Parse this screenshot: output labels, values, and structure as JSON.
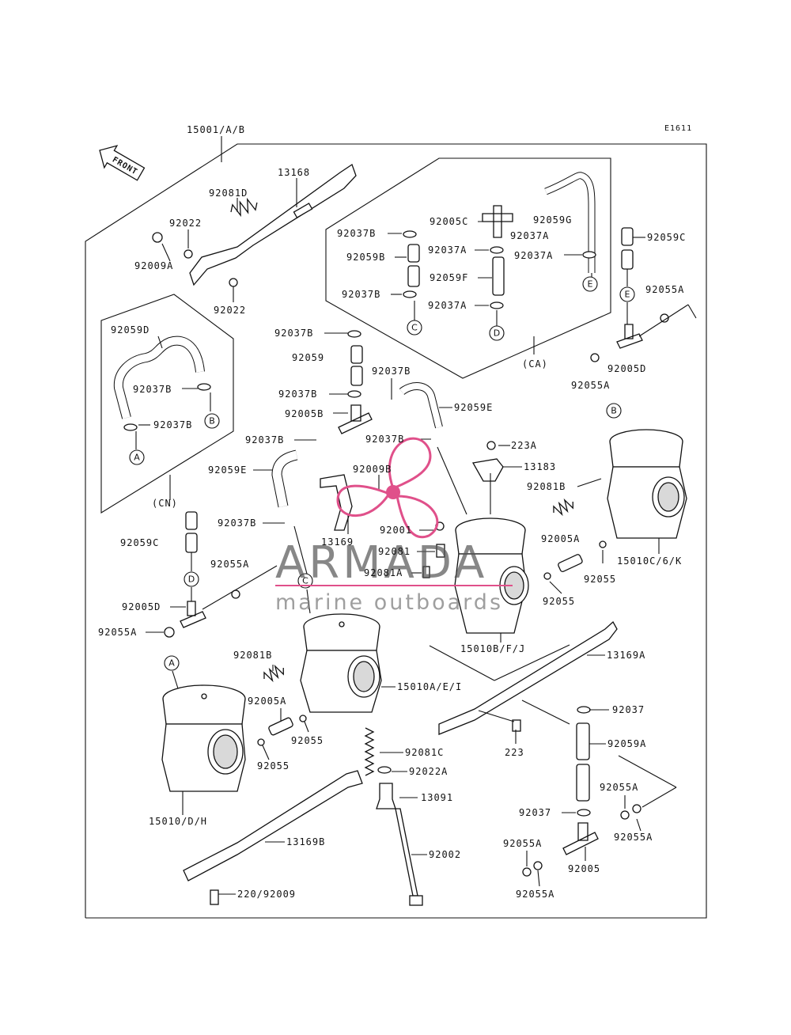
{
  "diagram_code": "E1611",
  "front_label": "FRONT",
  "group_labels": {
    "ca": "(CA)",
    "cn": "(CN)"
  },
  "callouts": [
    "A",
    "B",
    "C",
    "D",
    "E"
  ],
  "watermark": {
    "brand": "ARMADA",
    "tagline": "marine outboards",
    "color": "#e0508a"
  },
  "parts": [
    "15001/A/B",
    "13168",
    "92081D",
    "92022",
    "92022",
    "92009A",
    "92005C",
    "92059G",
    "92037A",
    "92037B",
    "92037A",
    "92059B",
    "92037A",
    "92059F",
    "92037B",
    "92037A",
    "92059C",
    "92055A",
    "92005D",
    "92055A",
    "92059D",
    "92037B",
    "92037B",
    "92037B",
    "92059",
    "92037B",
    "92037B",
    "92005B",
    "92059E",
    "92037B",
    "92037B",
    "223A",
    "13183",
    "92081B",
    "92059E",
    "92009B",
    "13169",
    "92037B",
    "92001",
    "92081",
    "92081A",
    "92005A",
    "15010C/6/K",
    "92055",
    "92059C",
    "92055A",
    "92055",
    "92005D",
    "92055A",
    "15010B/F/J",
    "13169A",
    "92081B",
    "15010A/E/I",
    "92005A",
    "92055",
    "92055",
    "92081C",
    "92022A",
    "92037",
    "223",
    "92059A",
    "13091",
    "92055A",
    "92037",
    "92055A",
    "92002",
    "92055A",
    "92005",
    "92055A",
    "15010/D/H",
    "13169B",
    "220/92009"
  ]
}
